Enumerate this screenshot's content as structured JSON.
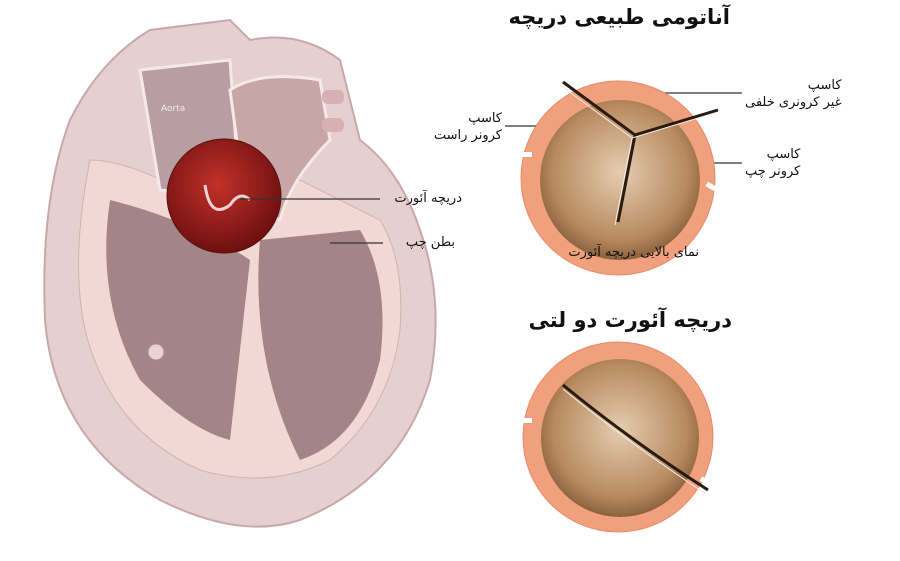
{
  "heart": {
    "aorta_label": "Aorta",
    "aortic_valve_label": "دریچه آئورت",
    "left_ventricle_label": "بطن چپ"
  },
  "normal_valve": {
    "title": "آناتومی طبیعی دریچه",
    "right_cusp": {
      "line1": "کاسپ",
      "line2": "کرونر راست"
    },
    "noncoronary_cusp": {
      "line1": "کاسپ",
      "line2": "غیر کرونری خلفی"
    },
    "left_cusp": {
      "line1": "کاسپ",
      "line2": "کرونر چپ"
    },
    "caption": "نمای بالایی دریچه آئورت"
  },
  "bicuspid_valve": {
    "title": "دریچه آئورت دو لتی"
  },
  "colors": {
    "ring": "#f0a07c",
    "leaflet": "#b88a60",
    "zoom_circle": "#a01c1c",
    "heart": "#d8b8ba"
  }
}
